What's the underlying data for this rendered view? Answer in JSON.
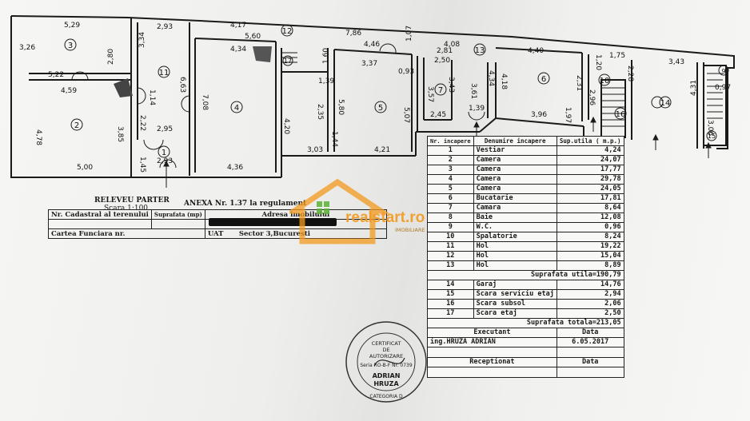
{
  "plan": {
    "dims": {
      "d1": "5,29",
      "d2": "3,26",
      "d3": "2,80",
      "d4": "2,93",
      "d5": "3,34",
      "d6": "4,17",
      "d7": "5,60",
      "d8": "7,86",
      "d9": "4,46",
      "d10": "1,07",
      "d11": "4,08",
      "d12": "2,81",
      "d13": "4,34",
      "d14": "1,60",
      "d15": "3,37",
      "d16": "2,50",
      "d17": "5,22",
      "d18": "4,59",
      "d19": "1,14",
      "d20": "6,63",
      "d21": "7,08",
      "d22": "0,93",
      "d23": "3,57",
      "d24": "3,43",
      "d25": "3,61",
      "d26": "4,18",
      "d27": "4,34",
      "d28": "4,40",
      "d29": "2,31",
      "d30": "1,20",
      "d31": "1,75",
      "d32": "2,28",
      "d33": "3,43",
      "d34": "0,97",
      "d35": "4,31",
      "d36": "4,78",
      "d37": "3,85",
      "d38": "2,22",
      "d39": "2,95",
      "d40": "1,39",
      "d41": "2,35",
      "d42": "4,20",
      "d43": "5,80",
      "d44": "5,07",
      "d45": "2,45",
      "d46": "1,39",
      "d47": "3,96",
      "d48": "1,97",
      "d49": "2,96",
      "d50": "3,06",
      "d51": "1,45",
      "d52": "2,93",
      "d53": "5,00",
      "d54": "4,36",
      "d55": "3,03",
      "d56": "1,44",
      "d57": "4,21"
    },
    "rooms": [
      "1",
      "2",
      "3",
      "4",
      "5",
      "6",
      "7",
      "8",
      "9",
      "10",
      "11",
      "12",
      "13",
      "14",
      "15",
      "16",
      "17"
    ]
  },
  "title": {
    "releveu": "RELEVEU PARTER",
    "scara": "Scara 1:100",
    "anexa": "ANEXA Nr. 1.37 la regulament"
  },
  "cadastral": {
    "nr_cad": "Nr. Cadastral al terenului",
    "suprafata": "Suprafata (mp)",
    "adresa": "Adresa imobilului",
    "carte": "Cartea Funciara nr.",
    "uat": "UAT",
    "sector": "Sector 3,Bucuresti"
  },
  "legend": {
    "h_nr": "Nr. incapere",
    "h_den": "Denumire incapere",
    "h_sup": "Sup.utila ( m.p.)",
    "rows": [
      {
        "n": "1",
        "d": "Vestiar",
        "v": "4,24"
      },
      {
        "n": "2",
        "d": "Camera",
        "v": "24,07"
      },
      {
        "n": "3",
        "d": "Camera",
        "v": "17,77"
      },
      {
        "n": "4",
        "d": "Camera",
        "v": "29,78"
      },
      {
        "n": "5",
        "d": "Camera",
        "v": "24,05"
      },
      {
        "n": "6",
        "d": "Bucatarie",
        "v": "17,81"
      },
      {
        "n": "7",
        "d": "Camara",
        "v": "8,64"
      },
      {
        "n": "8",
        "d": "Baie",
        "v": "12,08"
      },
      {
        "n": "9",
        "d": "W.C.",
        "v": "0,96"
      },
      {
        "n": "10",
        "d": "Spalatorie",
        "v": "8,24"
      },
      {
        "n": "11",
        "d": "Hol",
        "v": "19,22"
      },
      {
        "n": "12",
        "d": "Hol",
        "v": "15,04"
      },
      {
        "n": "13",
        "d": "Hol",
        "v": "8,89"
      }
    ],
    "sup_utila": "Suprafata utila=190,79",
    "rows2": [
      {
        "n": "14",
        "d": "Garaj",
        "v": "14,76"
      },
      {
        "n": "15",
        "d": "Scara serviciu etaj",
        "v": "2,94"
      },
      {
        "n": "16",
        "d": "Scara subsol",
        "v": "2,06"
      },
      {
        "n": "17",
        "d": "Scara etaj",
        "v": "2,50"
      }
    ],
    "sup_totala": "Suprafata totala=213,05",
    "executant": "Executant",
    "data": "Data",
    "ing": "ing.HRUZA ADRIAN",
    "date": "6.05.2017",
    "receptionat": "Receptionat",
    "data2": "Data"
  },
  "logo": {
    "name": "realstart.ro",
    "sub": "IMOBILIARE",
    "color": "#f39a1e",
    "green": "#5bb135"
  },
  "stamp": {
    "certificat": "CERTIFICAT",
    "de": "DE",
    "autorizare": "AUTORIZARE",
    "seria": "Seria RO-B-F Nr. 0739",
    "name1": "ADRIAN",
    "name2": "HRUZA",
    "categoria": "CATEGORIA D"
  }
}
